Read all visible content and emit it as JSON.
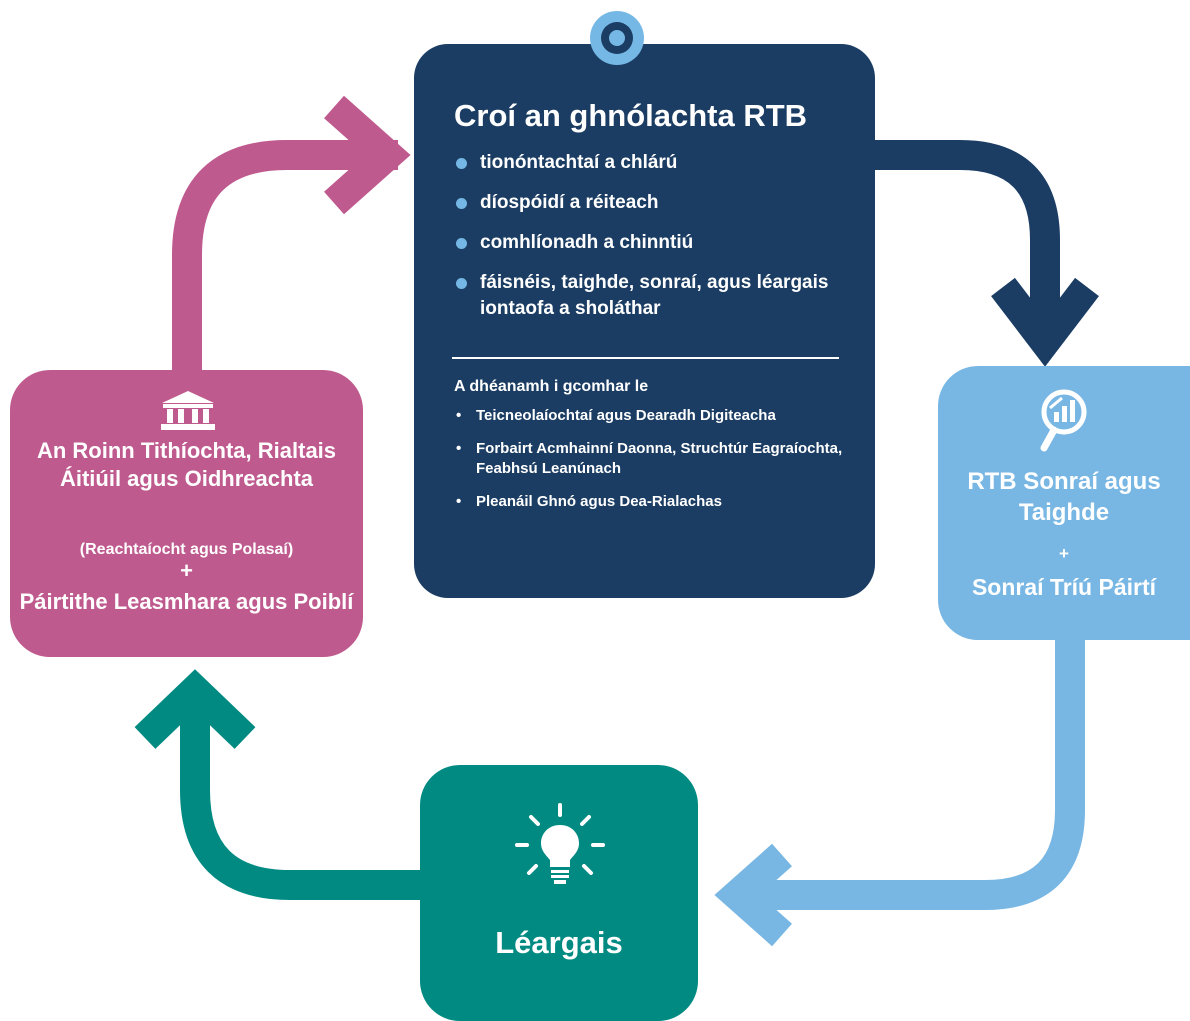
{
  "colors": {
    "navy": "#1b3d63",
    "pink": "#bf5a8e",
    "light_blue": "#78b7e4",
    "teal": "#008a82"
  },
  "core": {
    "title": "Croí an ghnólachta RTB",
    "functions": [
      "tionóntachtaí a chlárú",
      "díospóidí a réiteach",
      "comhlíonadh a chinntiú",
      "fáisnéis, taighde, sonraí, agus léargais iontaofa a sholáthar"
    ],
    "collab_title": "A dhéanamh i gcomhar le",
    "collab_items": [
      "Teicneolaíochtaí agus Dearadh Digiteacha",
      "Forbairt Acmhainní Daonna, Struchtúr Eagraíochta, Feabhsú Leanúnach",
      "Pleanáil Ghnó agus Dea-Rialachas"
    ]
  },
  "department": {
    "name": "An Roinn Tithíochta, Rialtais Áitiúil agus Oidhreachta",
    "sub": "(Reachtaíocht agus Polasaí)",
    "plus": "+",
    "stakeholders": "Páirtithe Leasmhara agus Poiblí",
    "icon": "government-building-icon"
  },
  "data_box": {
    "name": "RTB Sonraí agus Taighde",
    "plus": "+",
    "third_party": "Sonraí Tríú Páirtí",
    "icon": "chart-magnifier-icon"
  },
  "insight": {
    "label": "Léargais",
    "icon": "lightbulb-icon"
  }
}
